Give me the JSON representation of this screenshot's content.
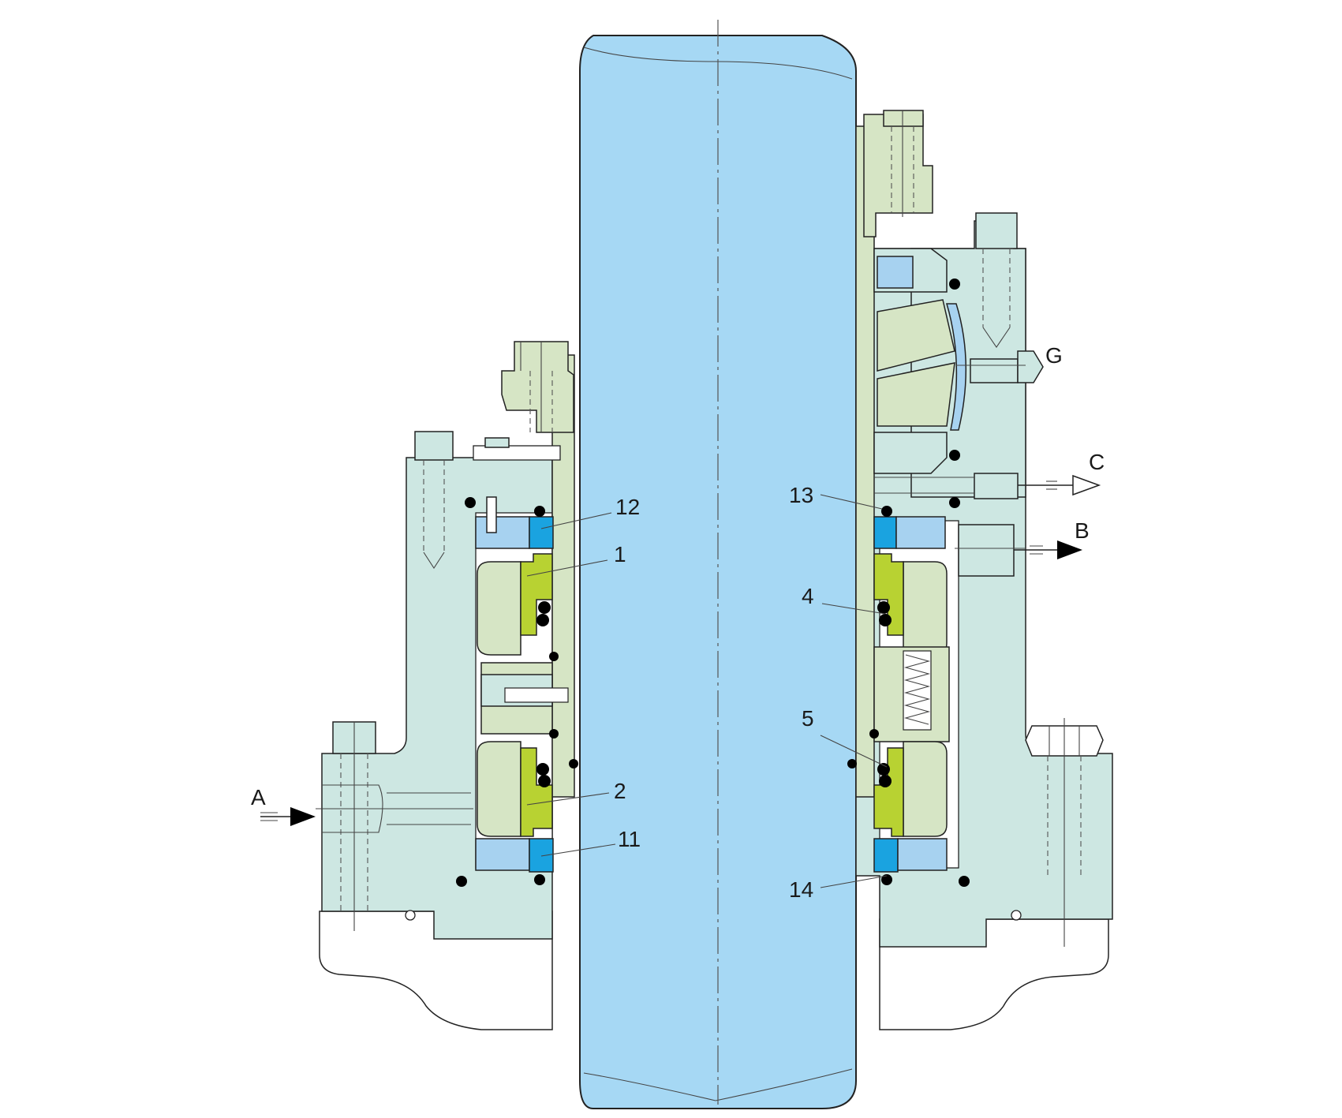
{
  "labels": {
    "a": "A",
    "b": "B",
    "c": "C",
    "g": "G",
    "p1": "1",
    "p2": "2",
    "p4": "4",
    "p5": "5",
    "p11": "11",
    "p12": "12",
    "p13": "13",
    "p14": "14"
  },
  "colors": {
    "shaft": "#a6d8f4",
    "housing": "#cde7e2",
    "gland": "#d6e5c5",
    "seal_ring": "#b8d232",
    "seat": "#a7d2f0",
    "seat_ring": "#1aa3e0",
    "o_ring": "#000000"
  }
}
